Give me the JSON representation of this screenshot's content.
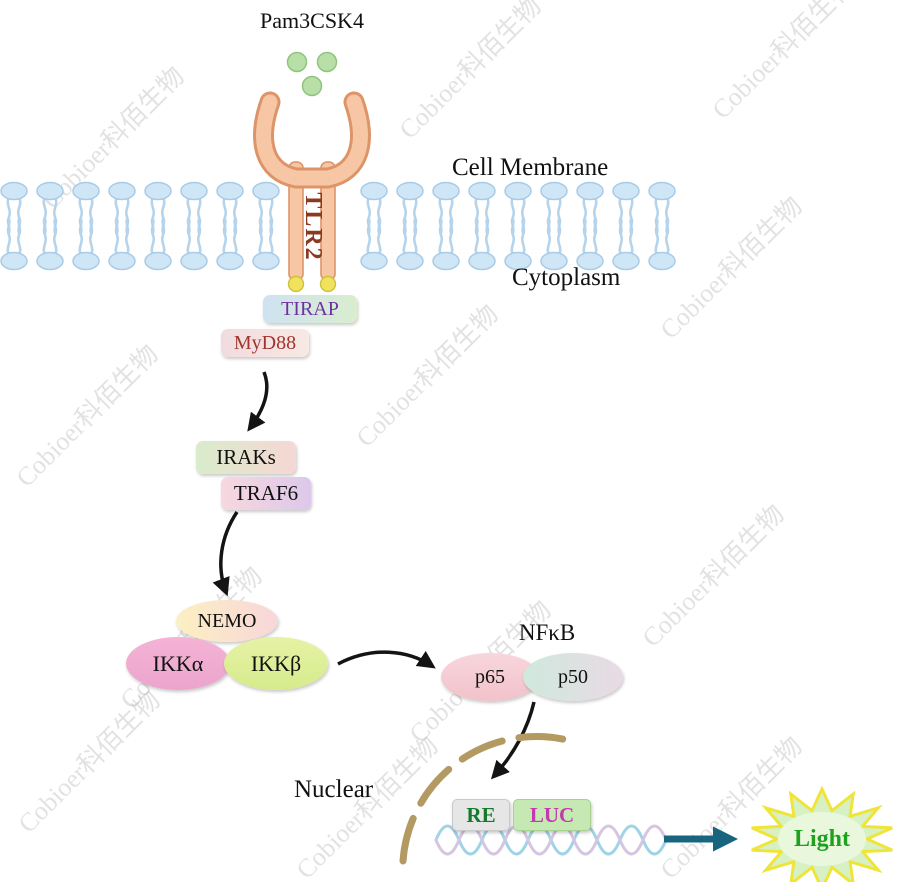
{
  "watermark": {
    "text": "Cobioer科佰生物"
  },
  "pathway": {
    "ligand_label": "Pam3CSK4",
    "receptor_label": "TLR2",
    "cell_membrane_label": "Cell Membrane",
    "cytoplasm_label": "Cytoplasm",
    "tirap_label": "TIRAP",
    "myd88_label": "MyD88",
    "iraks_label": "IRAKs",
    "traf6_label": "TRAF6",
    "nemo_label": "NEMO",
    "ikk_alpha_label": "IKKα",
    "ikk_beta_label": "IKKβ",
    "nfkb_label": "NFκB",
    "p65_label": "p65",
    "p50_label": "p50",
    "nuclear_label": "Nuclear",
    "re_label": "RE",
    "luc_label": "LUC",
    "light_label": "Light"
  },
  "colors": {
    "membrane_lipid": "#cfe6f7",
    "receptor_fill": "#f7c6a4",
    "receptor_outline": "#dd9468",
    "ligand_green": "#b9dfa9",
    "nuclear_membrane": "#b29a62",
    "arrow_black": "#141414",
    "arrow_teal": "#19647e",
    "light_text_green": "#1fa11f",
    "starburst_yellow": "#efe53a",
    "starburst_fill": "#d7f1c4"
  }
}
